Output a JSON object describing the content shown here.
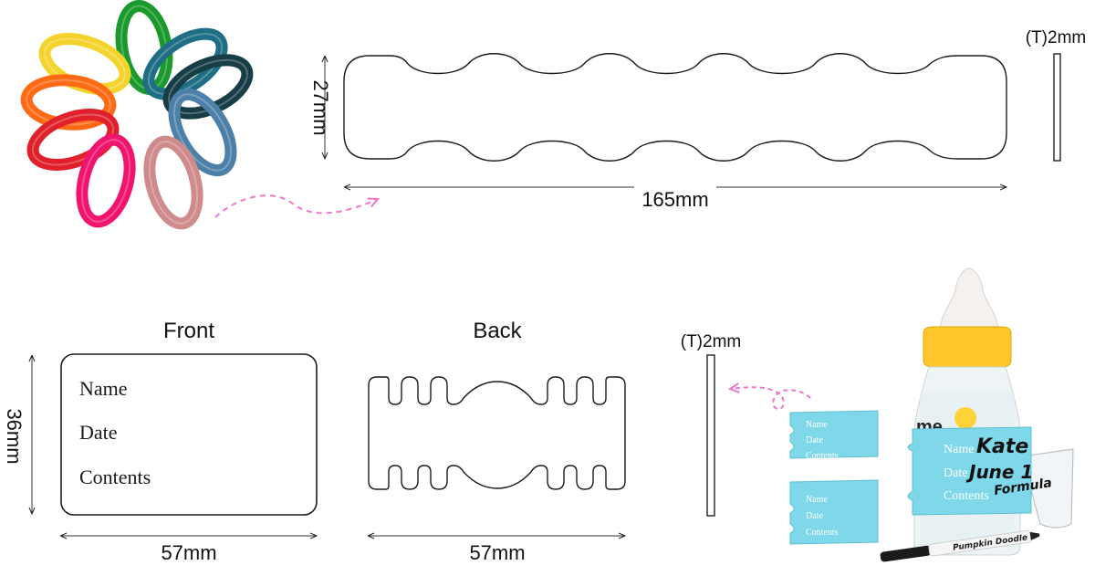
{
  "band_dims": {
    "height": "27mm",
    "length": "165mm",
    "thickness": "(T)2mm"
  },
  "front": {
    "title": "Front",
    "height": "36mm",
    "width": "57mm",
    "fields": [
      "Name",
      "Date",
      "Contents"
    ]
  },
  "back": {
    "title": "Back",
    "width": "57mm"
  },
  "tag_thickness": "(T)2mm",
  "photo": {
    "tag_fields": [
      "Name",
      "Date",
      "Contents"
    ],
    "bottle_label_fields": [
      "Name",
      "Date",
      "Contents"
    ],
    "handwriting": [
      "Kate",
      "June 1",
      "Formula"
    ],
    "bottle_brand": "me",
    "marker_brand": "Pumpkin Doodle"
  },
  "colors": {
    "band_colors": [
      "#1a9a2c",
      "#f4d32c",
      "#1e6e86",
      "#ff6a14",
      "#173d47",
      "#e0202a",
      "#4d80a8",
      "#f0146e",
      "#cf8b8c"
    ],
    "arrow": "#ee77cc",
    "tag": "#7fd8ea",
    "cap": "#ffc72c"
  }
}
